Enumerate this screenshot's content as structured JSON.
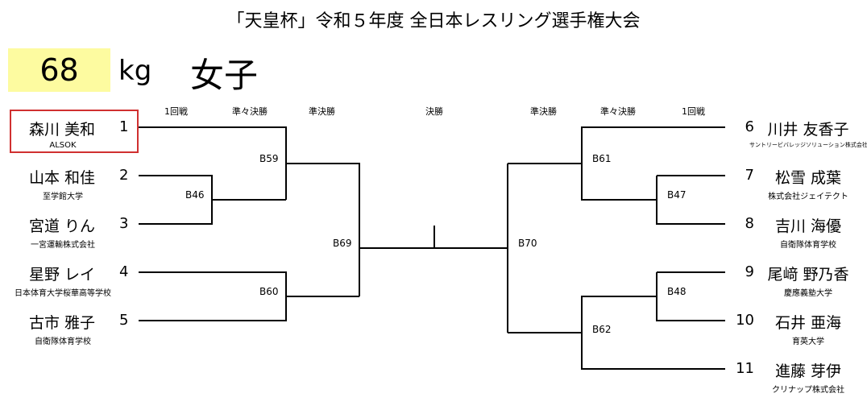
{
  "header": {
    "title": "「天皇杯」令和５年度 全日本レスリング選手権大会",
    "weight": "68",
    "unit": "kg",
    "category": "女子"
  },
  "rounds_left": [
    "1回戦",
    "準々決勝",
    "準決勝"
  ],
  "round_final": "決勝",
  "rounds_right": [
    "準決勝",
    "準々決勝",
    "1回戦"
  ],
  "bouts": [
    "B59",
    "B46",
    "B60",
    "B69",
    "B70",
    "B61",
    "B47",
    "B48",
    "B62"
  ],
  "left_players": [
    {
      "num": "1",
      "name": "森川 美和",
      "affiliation": "ALSOK"
    },
    {
      "num": "2",
      "name": "山本 和佳",
      "affiliation": "至学館大学"
    },
    {
      "num": "3",
      "name": "宮道 りん",
      "affiliation": "一宮運輸株式会社"
    },
    {
      "num": "4",
      "name": "星野 レイ",
      "affiliation": "日本体育大学桜華高等学校"
    },
    {
      "num": "5",
      "name": "古市 雅子",
      "affiliation": "自衛隊体育学校"
    }
  ],
  "right_players": [
    {
      "num": "6",
      "name": "川井 友香子",
      "affiliation": "サントリービバレッジソリューション株式会社"
    },
    {
      "num": "7",
      "name": "松雪 成葉",
      "affiliation": "株式会社ジェイテクト"
    },
    {
      "num": "8",
      "name": "吉川 海優",
      "affiliation": "自衛隊体育学校"
    },
    {
      "num": "9",
      "name": "尾﨑 野乃香",
      "affiliation": "慶應義塾大学"
    },
    {
      "num": "10",
      "name": "石井 亜海",
      "affiliation": "育英大学"
    },
    {
      "num": "11",
      "name": "進藤 芽伊",
      "affiliation": "クリナップ株式会社"
    }
  ]
}
